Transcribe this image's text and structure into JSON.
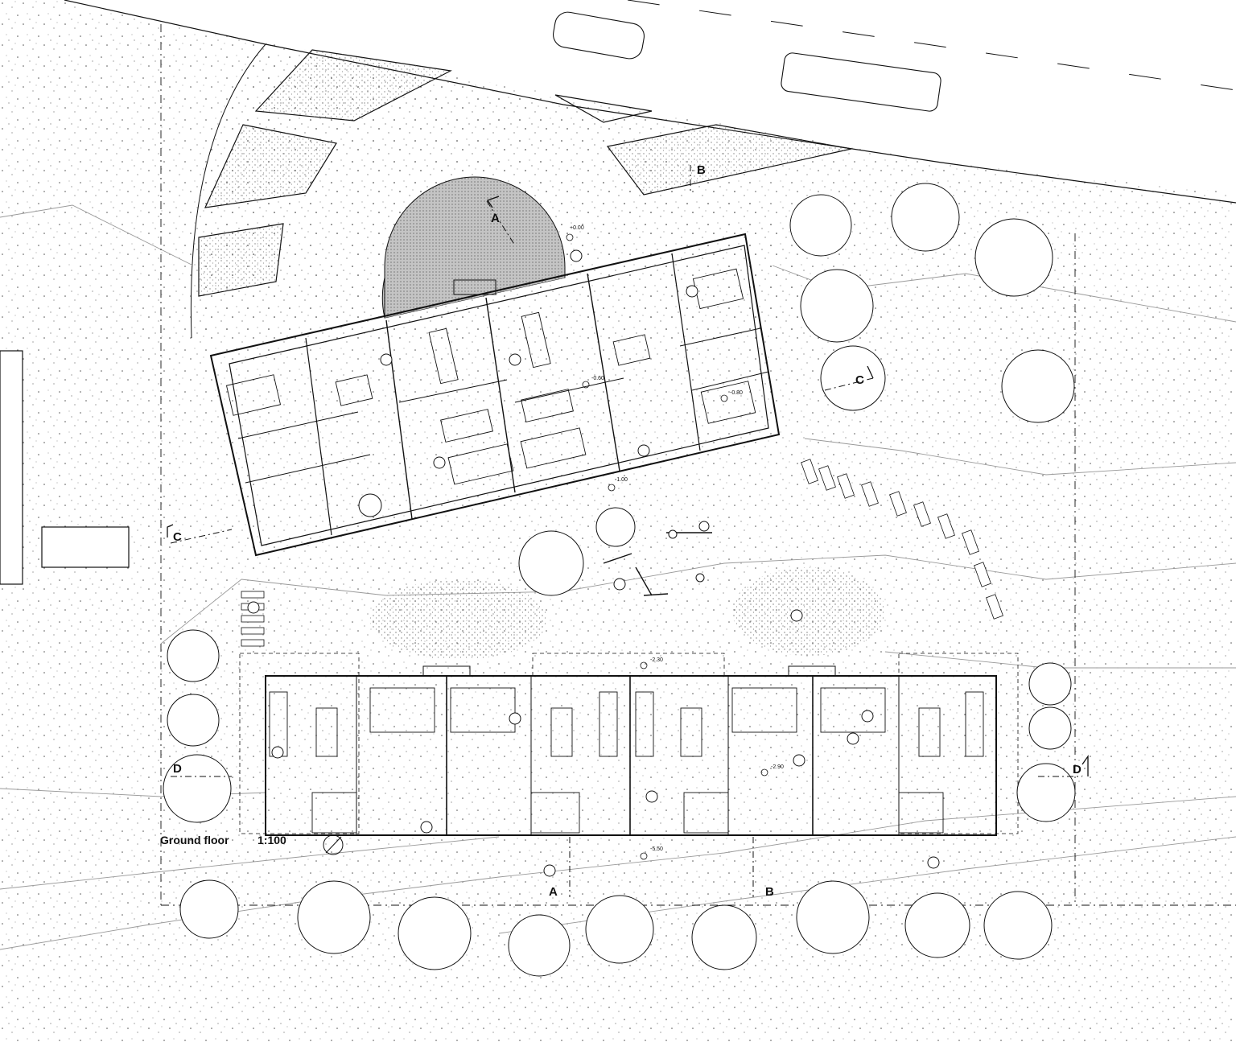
{
  "caption": {
    "title": "Ground floor",
    "scale": "1:100"
  },
  "section_marks": {
    "a_top": "A",
    "a_bottom": "A",
    "b_top": "B",
    "b_bottom": "B",
    "c_left": "C",
    "c_right": "C",
    "d_left": "D",
    "d_right": "D"
  },
  "levels": {
    "entrance": "+0.00",
    "upper_mid": "-0.60",
    "upper_right": "-0.80",
    "upper_south": "-1.00",
    "lower_north": "-2.30",
    "lower_mid": "-2.90",
    "lower_south": "-5.50"
  },
  "icons": [
    "north-arrow-icon",
    "tree-icon",
    "car-icon",
    "bus-icon",
    "person-icon"
  ],
  "colors": {
    "ink": "#111111",
    "hatch": "#9a9a9a",
    "plaza": "#b5b5b5",
    "paper": "#ffffff"
  }
}
